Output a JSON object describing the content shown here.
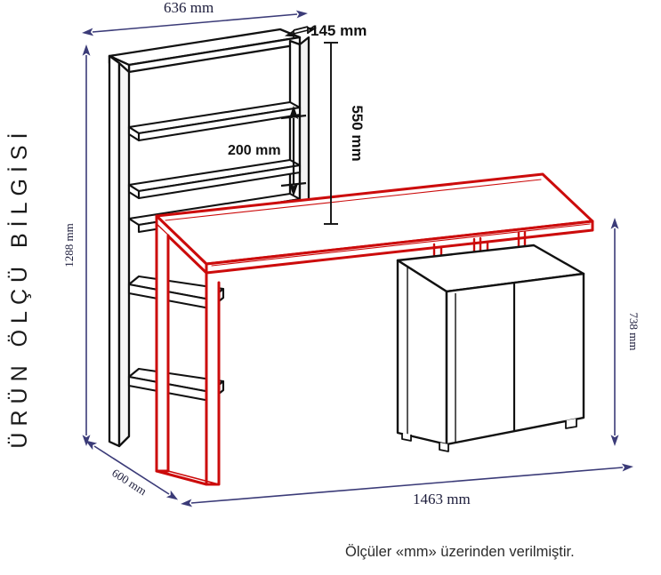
{
  "page": {
    "title_vertical": "ÜRÜN ÖLÇÜ BİLGİSİ",
    "caption": "Ölçüler «mm» üzerinden verilmiştir.",
    "unit": "mm",
    "background": "#ffffff"
  },
  "colors": {
    "dimension_line": "#3b3b78",
    "desk_red": "#cc0b0b",
    "frame_black": "#111111",
    "text": "#1b1b3a"
  },
  "dimensions": {
    "width_top": {
      "value": "636",
      "unit": "mm",
      "label": "636  mm"
    },
    "depth_top": {
      "value": "145",
      "unit": "mm",
      "label": "145 mm"
    },
    "hutch_height": {
      "value": "550",
      "unit": "mm",
      "label": "550 mm"
    },
    "shelf_gap": {
      "value": "200",
      "unit": "mm",
      "label": "200 mm"
    },
    "total_height": {
      "value": "1288",
      "unit": "mm",
      "label": "1288  mm"
    },
    "depth_bottom": {
      "value": "600",
      "unit": "mm",
      "label": "600  mm"
    },
    "total_width": {
      "value": "1463",
      "unit": "mm",
      "label": "1463  mm"
    },
    "desk_height": {
      "value": "738",
      "unit": "mm",
      "label": "738  mm"
    }
  },
  "product": {
    "parts": [
      {
        "name": "hutch-top-panel"
      },
      {
        "name": "hutch-shelf-upper"
      },
      {
        "name": "hutch-shelf-lower"
      },
      {
        "name": "hutch-left-post"
      },
      {
        "name": "hutch-right-post"
      },
      {
        "name": "desk-top"
      },
      {
        "name": "desk-left-panel"
      },
      {
        "name": "desk-support-brackets"
      },
      {
        "name": "lower-shelf-upper"
      },
      {
        "name": "lower-shelf-lower"
      },
      {
        "name": "cabinet-body"
      },
      {
        "name": "cabinet-door-left"
      },
      {
        "name": "cabinet-door-right"
      }
    ]
  }
}
